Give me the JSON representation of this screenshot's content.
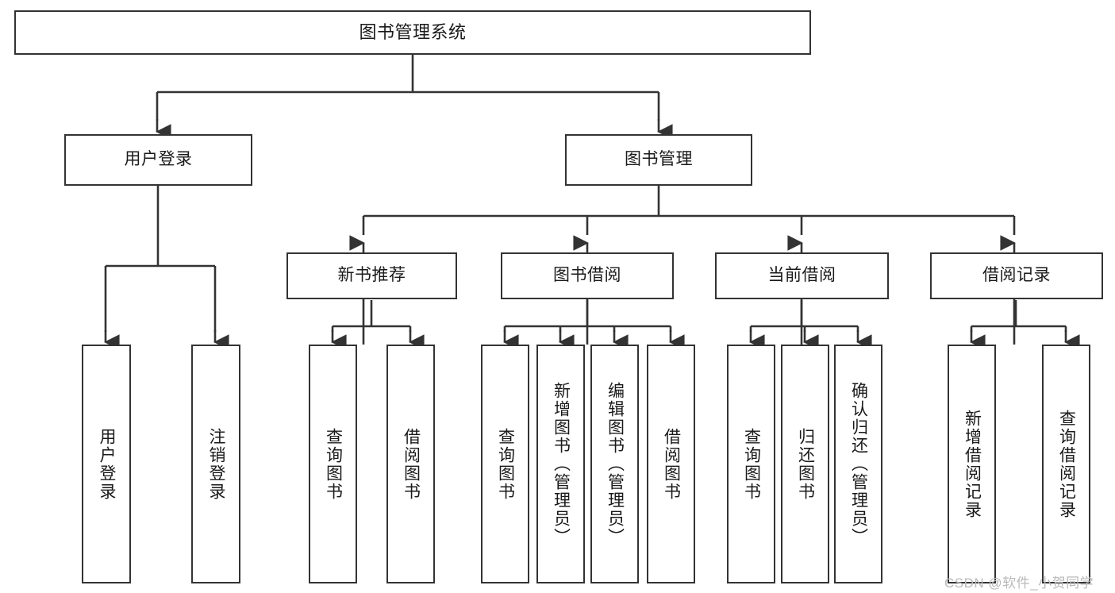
{
  "diagram": {
    "title": "图书管理系统",
    "type": "hierarchy-tree",
    "root": {
      "label": "图书管理系统"
    },
    "level2": [
      {
        "label": "用户登录"
      },
      {
        "label": "图书管理"
      }
    ],
    "level3": [
      {
        "label": "新书推荐"
      },
      {
        "label": "图书借阅"
      },
      {
        "label": "当前借阅"
      },
      {
        "label": "借阅记录"
      }
    ],
    "leaves": [
      {
        "label": "用户登录"
      },
      {
        "label": "注销登录"
      },
      {
        "label": "查询图书"
      },
      {
        "label": "借阅图书"
      },
      {
        "label": "查询图书"
      },
      {
        "label": "新增图书（管理员）"
      },
      {
        "label": "编辑图书（管理员）"
      },
      {
        "label": "借阅图书"
      },
      {
        "label": "查询图书"
      },
      {
        "label": "归还图书"
      },
      {
        "label": "确认归还（管理员）"
      },
      {
        "label": "新增借阅记录"
      },
      {
        "label": "查询借阅记录"
      }
    ],
    "watermark": "CSDN @软件_小贺同学",
    "colors": {
      "box_border": "#333333",
      "box_fill": "#ffffff",
      "connector": "#333333",
      "text": "#1a1a1a",
      "watermark": "#b9b9b9",
      "background": "#ffffff"
    }
  }
}
